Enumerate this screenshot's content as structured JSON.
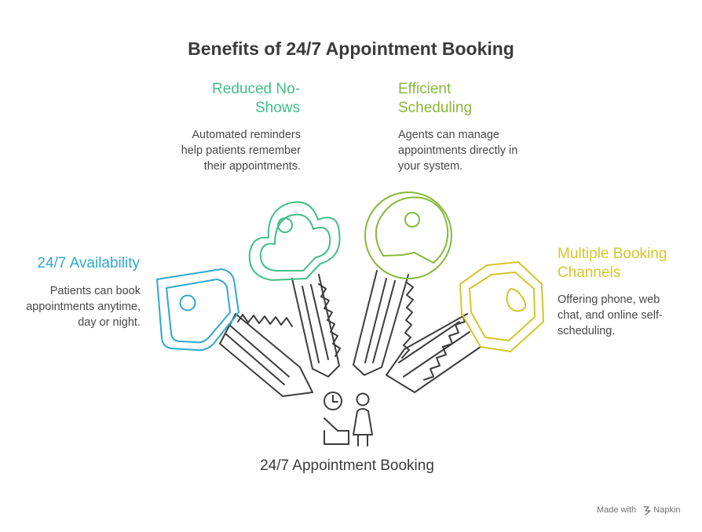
{
  "title": "Benefits of 24/7 Appointment Booking",
  "center_label": "24/7 Appointment Booking",
  "benefits": [
    {
      "heading": "24/7 Availability",
      "description": "Patients can book appointments anytime, day or night.",
      "color": "#2fa8cf"
    },
    {
      "heading": "Reduced No-Shows",
      "description": "Automated reminders help patients remember their appointments.",
      "color": "#3fbf86"
    },
    {
      "heading": "Efficient Scheduling",
      "description": "Agents can manage appointments directly in your system.",
      "color": "#86b93a"
    },
    {
      "heading": "Multiple Booking Channels",
      "description": "Offering phone, web chat, and online self-scheduling.",
      "color": "#d6c52a"
    }
  ],
  "icons": [
    "clock-icon",
    "desk-icon",
    "person-icon",
    "key-icon",
    "napkin-logo-icon"
  ],
  "outline_color": "#3d3d3d",
  "footer": {
    "made_with": "Made with",
    "brand": "Napkin"
  }
}
